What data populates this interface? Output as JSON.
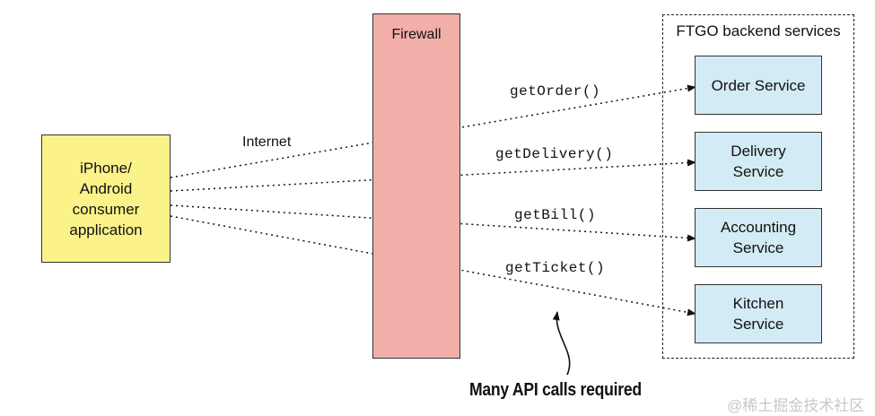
{
  "client": {
    "label": "iPhone/\nAndroid\nconsumer\napplication"
  },
  "internet_label": "Internet",
  "firewall_label": "Firewall",
  "backend": {
    "title": "FTGO backend services",
    "services": [
      {
        "label": "Order Service"
      },
      {
        "label": "Delivery\nService"
      },
      {
        "label": "Accounting\nService"
      },
      {
        "label": "Kitchen\nService"
      }
    ]
  },
  "calls": [
    "getOrder()",
    "getDelivery()",
    "getBill()",
    "getTicket()"
  ],
  "callout": "Many API calls required",
  "watermark": "@稀土掘金技术社区",
  "colors": {
    "client_fill": "#fbf28a",
    "firewall_fill": "#f2aea8",
    "service_fill": "#d3ebf4"
  }
}
